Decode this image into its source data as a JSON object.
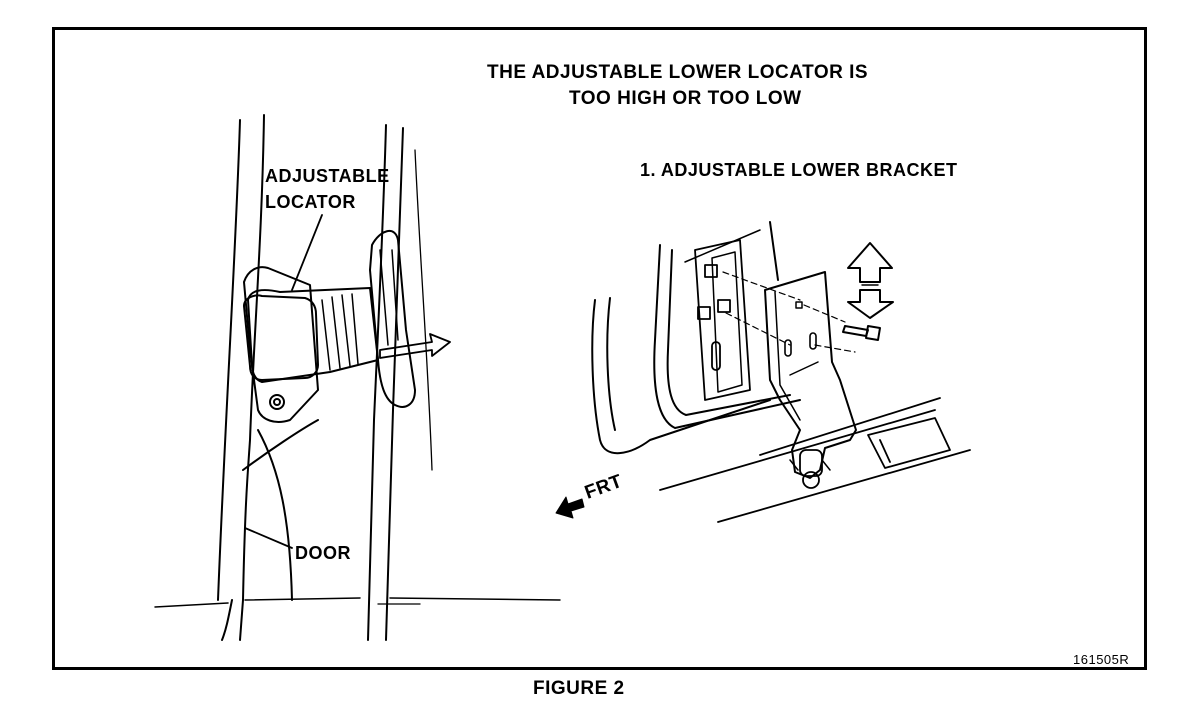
{
  "header": {
    "title_line1": "THE ADJUSTABLE LOWER LOCATOR IS",
    "title_line2": "TOO HIGH OR TOO LOW"
  },
  "left_view": {
    "locator_label_line1": "ADJUSTABLE",
    "locator_label_line2": "LOCATOR",
    "door_label": "DOOR"
  },
  "right_view": {
    "callout": "1.  ADJUSTABLE LOWER BRACKET",
    "direction_label": "FRT"
  },
  "footer": {
    "figure_id": "161505R",
    "caption": "FIGURE 2"
  },
  "colors": {
    "ink": "#000000",
    "paper": "#ffffff"
  }
}
